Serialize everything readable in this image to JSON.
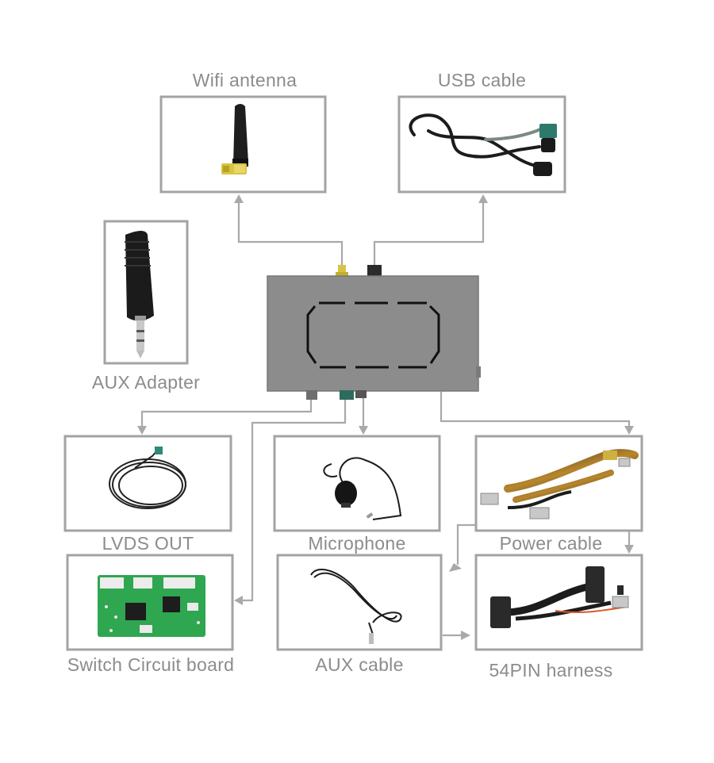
{
  "labels": {
    "wifi": "Wifi antenna",
    "usb": "USB cable",
    "aux_adapter": "AUX Adapter",
    "lvds": "LVDS OUT",
    "microphone": "Microphone",
    "power": "Power cable",
    "switch_board": "Switch Circuit board",
    "aux_cable": "AUX cable",
    "harness": "54PIN harness"
  },
  "colors": {
    "module_body": "#8c8c8c",
    "frame": "#a3a3a3",
    "connector": "#a9a9a9",
    "label_text": "#8c8c8c",
    "pcb_green": "#2fa650",
    "antenna_gold": "#d9c441"
  }
}
